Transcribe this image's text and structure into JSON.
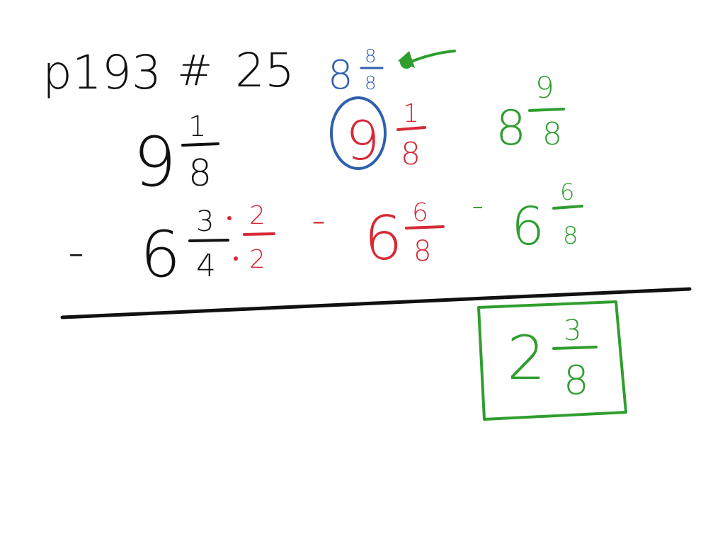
{
  "title": {
    "page": "p193",
    "hash": "#",
    "problem": "25"
  },
  "colors": {
    "black": "#111111",
    "blue": "#2f5fb0",
    "red": "#d62a36",
    "green": "#2f9e2f"
  },
  "blue_note": {
    "whole": "8",
    "num": "8",
    "den": "8"
  },
  "original": {
    "minuend": {
      "whole": "9",
      "num": "1",
      "den": "8"
    },
    "minus": "-",
    "subtrahend": {
      "whole": "6",
      "num": "3",
      "den": "4"
    },
    "multiplier": {
      "num": "2",
      "den": "2"
    }
  },
  "converted": {
    "minuend": {
      "whole": "9",
      "num": "1",
      "den": "8"
    },
    "minus": "-",
    "subtrahend": {
      "whole": "6",
      "num": "6",
      "den": "8"
    }
  },
  "regrouped": {
    "minuend": {
      "whole": "8",
      "num": "9",
      "den": "8"
    },
    "minus": "-",
    "subtrahend": {
      "whole": "6",
      "num": "6",
      "den": "8"
    }
  },
  "answer": {
    "whole": "2",
    "num": "3",
    "den": "8"
  }
}
